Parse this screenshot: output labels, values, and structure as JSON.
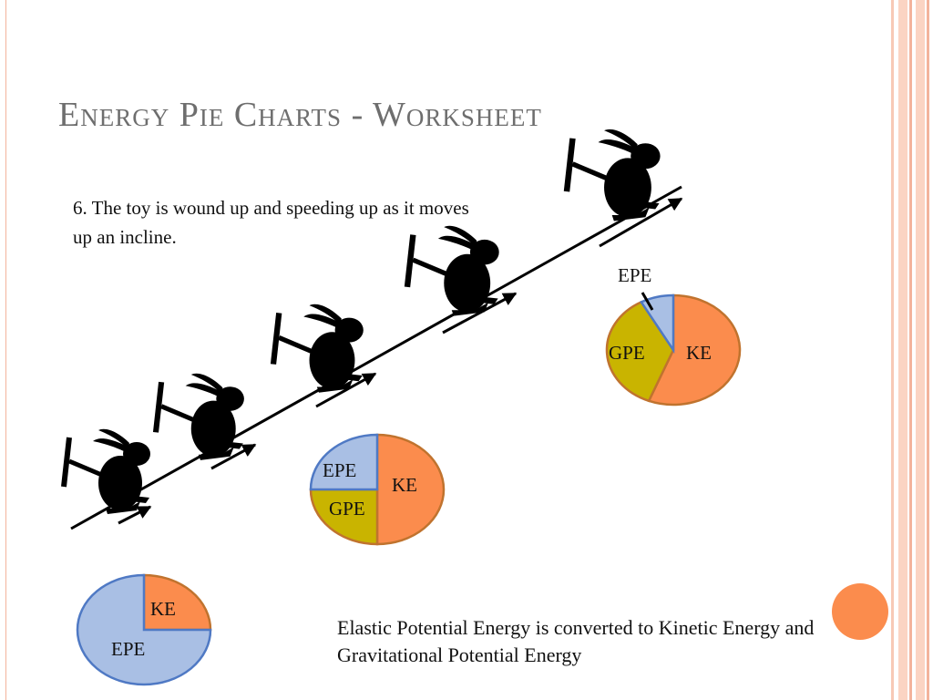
{
  "slide": {
    "title": "Energy Pie Charts - Worksheet",
    "question": "6. The toy is wound up and speeding up as it moves up an incline.",
    "explanation": "Elastic Potential Energy is converted to Kinetic Energy and Gravitational Potential Energy"
  },
  "colors": {
    "ke": "#fb8c4d",
    "gpe": "#c9b400",
    "epe": "#a9bfe4",
    "pie_stroke": "#c0732e",
    "epe_stroke": "#4f79c4",
    "title": "#6e6e6e",
    "frame": "#f3b39c"
  },
  "pies": [
    {
      "name": "start",
      "labels": {
        "ke": "KE",
        "epe": "EPE"
      },
      "shares": {
        "ke": 0.25,
        "epe": 0.75
      }
    },
    {
      "name": "middle",
      "labels": {
        "ke": "KE",
        "epe": "EPE",
        "gpe": "GPE"
      },
      "shares": {
        "ke": 0.5,
        "gpe": 0.25,
        "epe": 0.25
      }
    },
    {
      "name": "end",
      "labels": {
        "ke": "KE",
        "epe": "EPE",
        "gpe": "GPE"
      },
      "shares": {
        "ke": 0.56,
        "gpe": 0.36,
        "epe": 0.08
      }
    }
  ]
}
